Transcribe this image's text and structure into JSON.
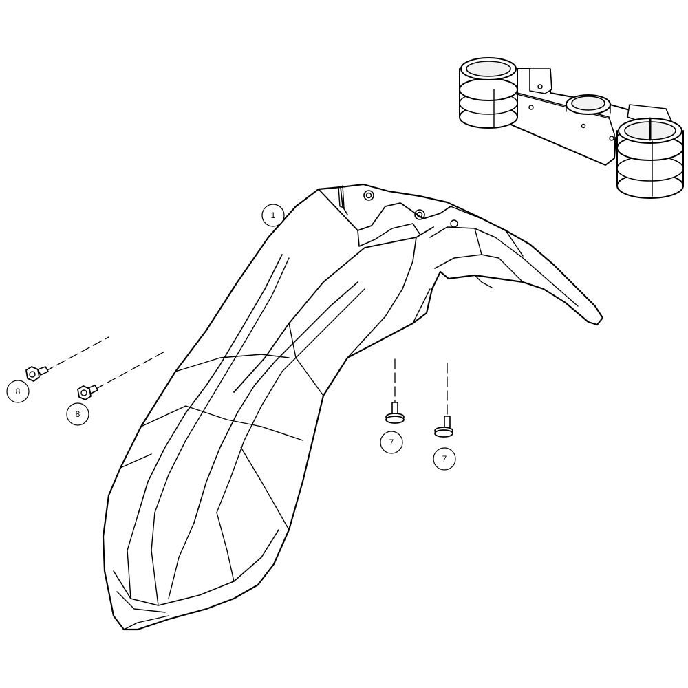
{
  "diagram": {
    "callouts": {
      "fender": "1",
      "screw_left": "7",
      "screw_right": "7",
      "nut_upper": "8",
      "nut_lower": "8"
    },
    "colors": {
      "line": "#000000",
      "fill": "#ffffff",
      "hole": "#f2f2f2"
    }
  }
}
